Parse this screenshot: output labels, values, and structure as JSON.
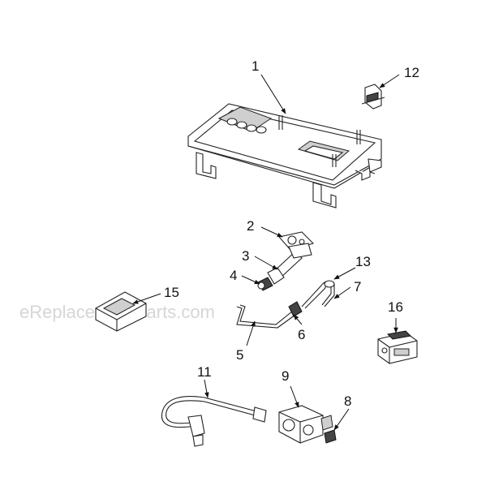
{
  "watermark": "eReplacementParts.com",
  "callouts": {
    "p1": "1",
    "p2": "2",
    "p3": "3",
    "p4": "4",
    "p5": "5",
    "p6": "6",
    "p7": "7",
    "p8": "8",
    "p9": "9",
    "p11": "11",
    "p12": "12",
    "p13": "13",
    "p15": "15",
    "p16": "16"
  }
}
